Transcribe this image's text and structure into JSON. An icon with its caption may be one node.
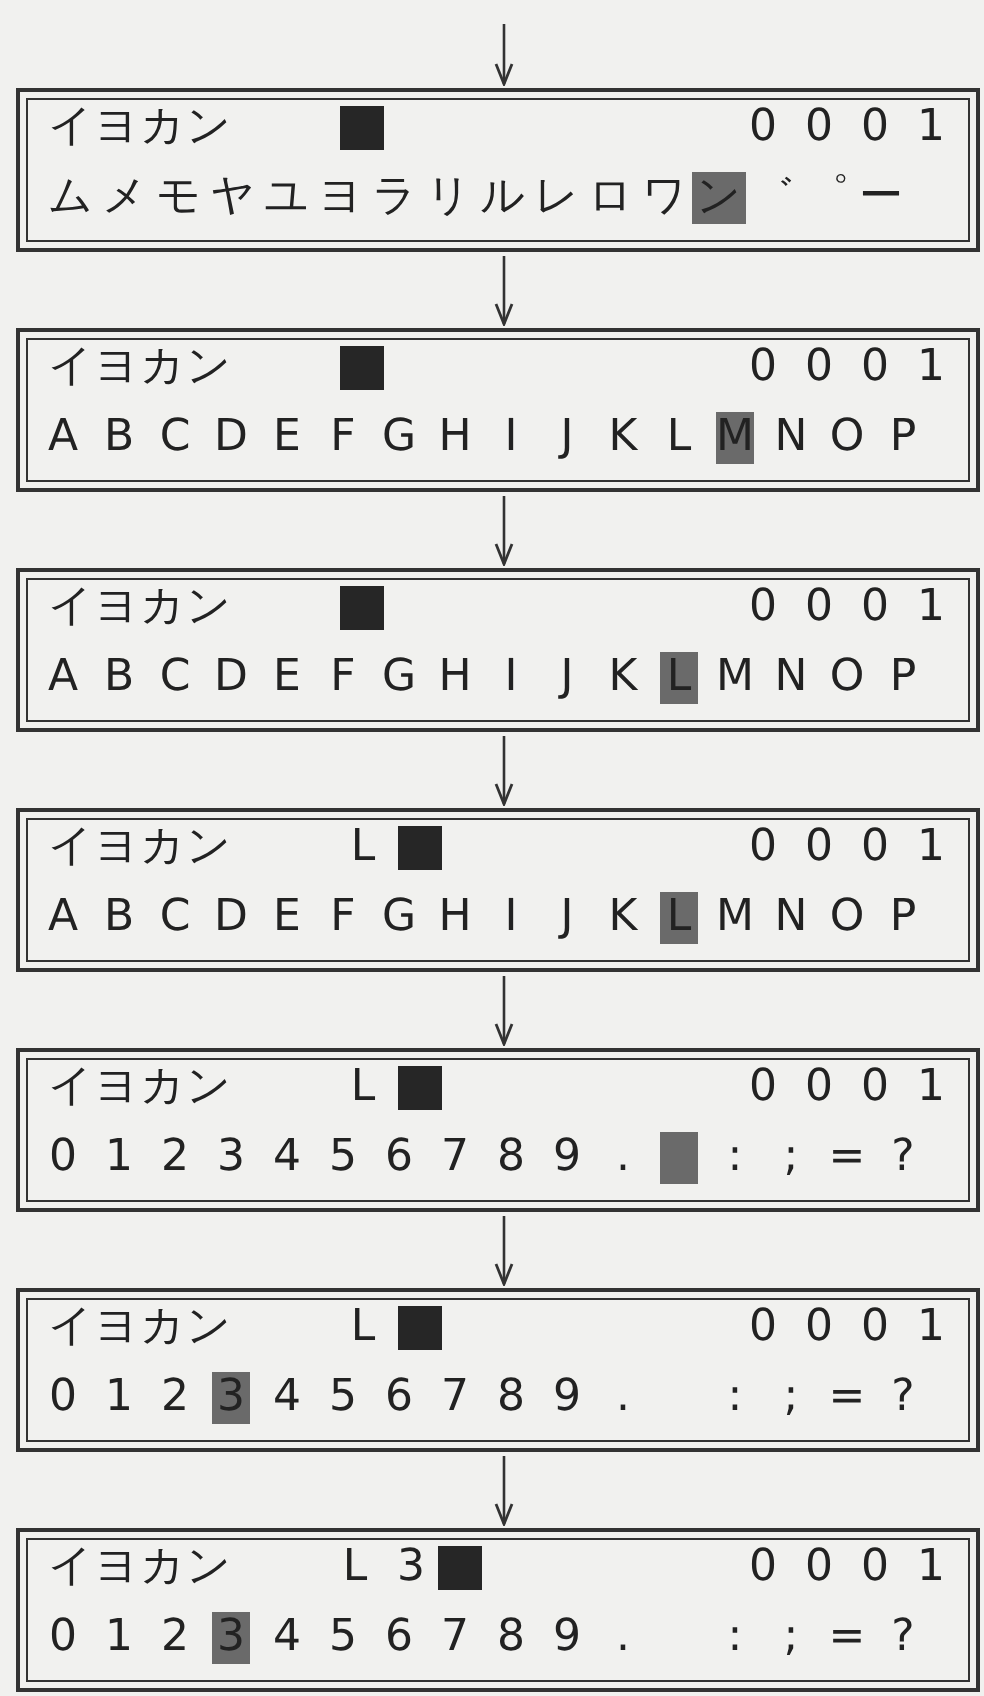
{
  "diagram": {
    "nodes": [
      {
        "text": [
          "イヨカン",
          "0 0 0 1",
          "ムメモヤユヨラリルレロワン゛゜ー"
        ]
      },
      {
        "text": [
          "イヨカン",
          "0 0 0 1",
          "A B C D E F G H I J K L M N O P"
        ]
      },
      {
        "text": [
          "イヨカン",
          "0 0 0 1",
          "A B C D E F G H I J K L M N O P"
        ]
      },
      {
        "text": [
          "イヨカン",
          "L",
          "0 0 0 1",
          "A B C D E F G H I J K L M N O P"
        ]
      },
      {
        "text": [
          "イヨカン",
          "L",
          "0 0 0 1",
          "0 1 2 3 4 5 6 7 8 9 .   : ; = ?"
        ]
      },
      {
        "text": [
          "イヨカン",
          "L",
          "0 0 0 1",
          "0 1 2 3 4 5 6 7 8 9 .   : ; = ?"
        ]
      },
      {
        "text": [
          "イヨカン",
          "L 3",
          "0 0 0 1",
          "0 1 2 3 4 5 6 7 8 9 .   : ; = ?"
        ]
      }
    ],
    "edges": [
      {
        "from": null,
        "to": 0,
        "arrow": "to"
      },
      {
        "from": 0,
        "to": 1,
        "arrow": "to"
      },
      {
        "from": 1,
        "to": 2,
        "arrow": "to"
      },
      {
        "from": 2,
        "to": 3,
        "arrow": "to"
      },
      {
        "from": 3,
        "to": 4,
        "arrow": "to"
      },
      {
        "from": 4,
        "to": 5,
        "arrow": "to"
      },
      {
        "from": 5,
        "to": 6,
        "arrow": "to"
      }
    ]
  }
}
